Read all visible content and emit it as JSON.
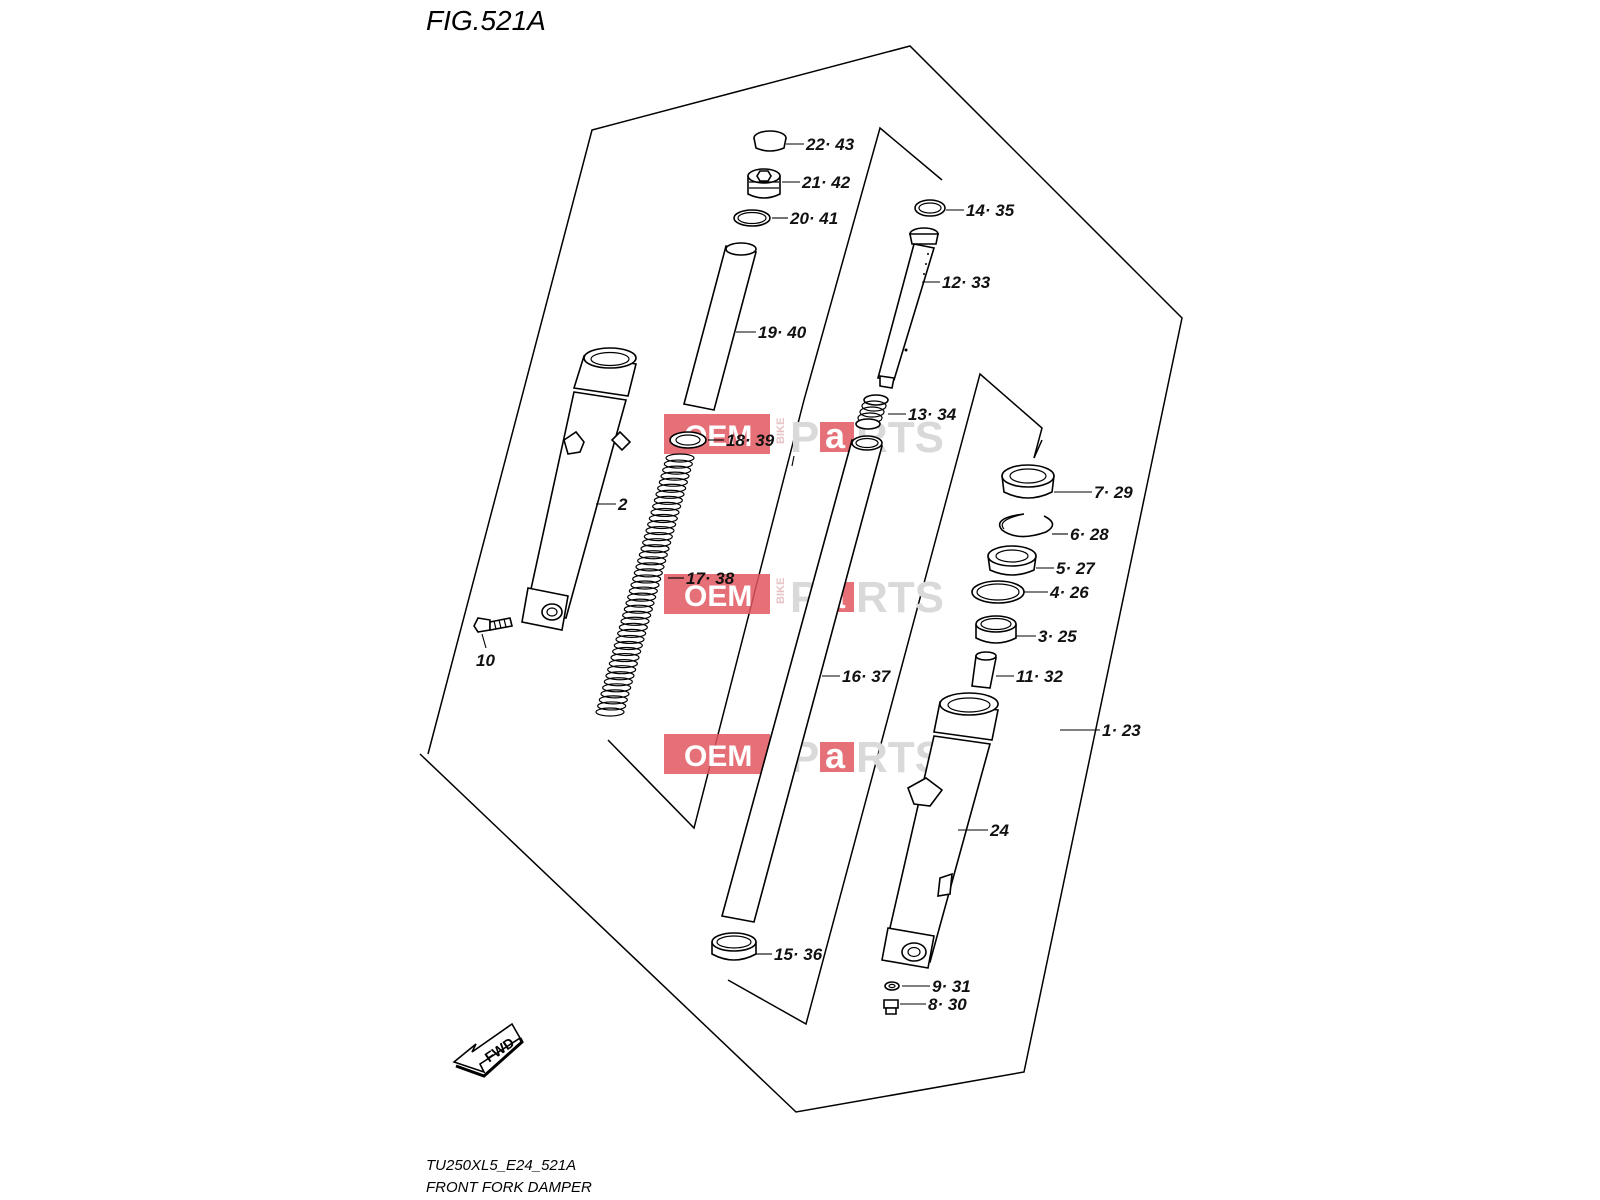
{
  "figure_title": "FIG.521A",
  "footer": {
    "model_code": "TU250XL5_E24_521A",
    "caption": "FRONT FORK DAMPER"
  },
  "fwd_label": "FWD",
  "watermark": {
    "box_text": "OEM",
    "small_text": "BIKE",
    "p_text": "P",
    "a_text": "a",
    "rts_text": "RTS"
  },
  "callouts": [
    {
      "id": "c-22-43",
      "text": "22· 43"
    },
    {
      "id": "c-21-42",
      "text": "21· 42"
    },
    {
      "id": "c-20-41",
      "text": "20· 41"
    },
    {
      "id": "c-19-40",
      "text": "19· 40"
    },
    {
      "id": "c-18-39",
      "text": "18· 39"
    },
    {
      "id": "c-17-38",
      "text": "17· 38"
    },
    {
      "id": "c-2",
      "text": "2"
    },
    {
      "id": "c-10",
      "text": "10"
    },
    {
      "id": "c-14-35",
      "text": "14· 35"
    },
    {
      "id": "c-12-33",
      "text": "12· 33"
    },
    {
      "id": "c-13-34",
      "text": "13· 34"
    },
    {
      "id": "c-16-37",
      "text": "16· 37"
    },
    {
      "id": "c-15-36",
      "text": "15· 36"
    },
    {
      "id": "c-7-29",
      "text": "7· 29"
    },
    {
      "id": "c-6-28",
      "text": "6· 28"
    },
    {
      "id": "c-5-27",
      "text": "5· 27"
    },
    {
      "id": "c-4-26",
      "text": "4· 26"
    },
    {
      "id": "c-3-25",
      "text": "3· 25"
    },
    {
      "id": "c-11-32",
      "text": "11· 32"
    },
    {
      "id": "c-1-23",
      "text": "1· 23"
    },
    {
      "id": "c-24",
      "text": "24"
    },
    {
      "id": "c-9-31",
      "text": "9· 31"
    },
    {
      "id": "c-8-30",
      "text": "8· 30"
    }
  ],
  "colors": {
    "watermark_red": "#e1575f",
    "watermark_gray": "#d9d9d9",
    "line": "#000000"
  }
}
